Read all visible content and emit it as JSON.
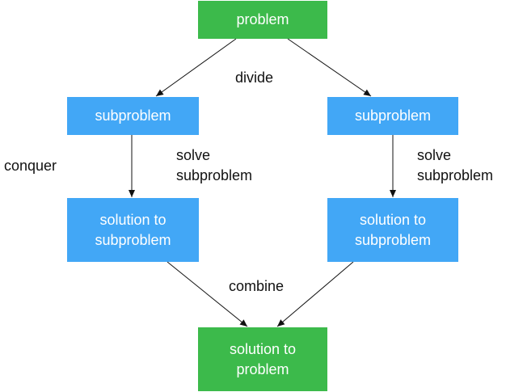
{
  "colors": {
    "green": "#3cba4b",
    "blue": "#42a7f6",
    "arrow": "#111111"
  },
  "nodes": {
    "problem": "problem",
    "subproblem_left": "subproblem",
    "subproblem_right": "subproblem",
    "solution_left": [
      "solution to",
      "subproblem"
    ],
    "solution_right": [
      "solution to",
      "subproblem"
    ],
    "final_solution": [
      "solution to",
      "problem"
    ]
  },
  "labels": {
    "divide": "divide",
    "conquer": "conquer",
    "solve_left": [
      "solve",
      "subproblem"
    ],
    "solve_right": [
      "solve",
      "subproblem"
    ],
    "combine": "combine"
  }
}
